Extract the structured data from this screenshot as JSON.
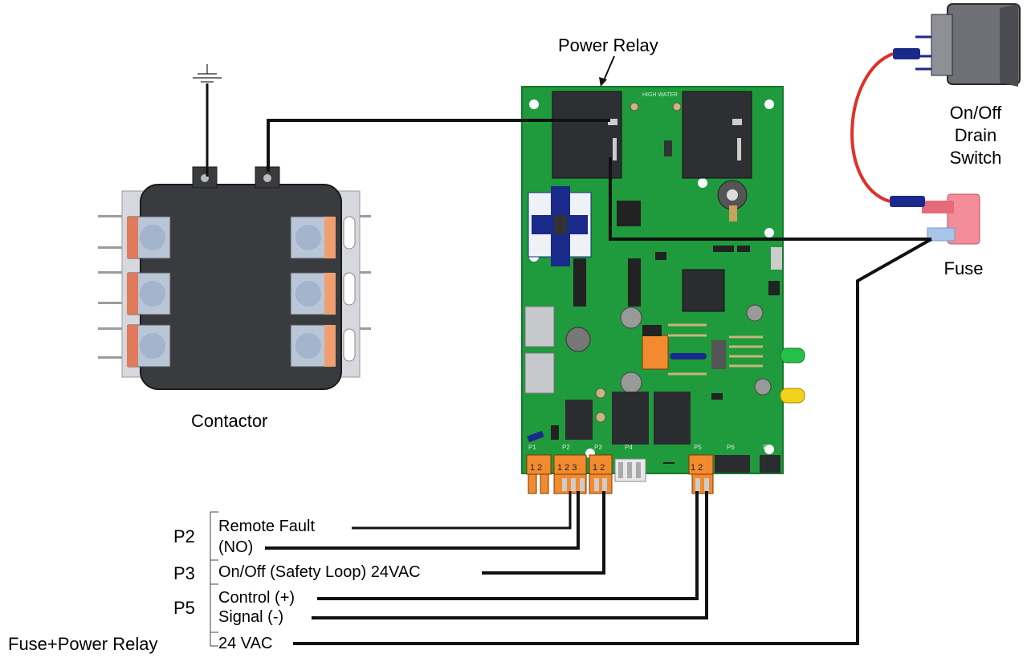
{
  "labels": {
    "power_relay": "Power Relay",
    "on_off": "On/Off",
    "drain": "Drain",
    "switch": "Switch",
    "fuse": "Fuse",
    "contactor": "Contactor",
    "board_high_water": "HIGH WATER",
    "board_p1": "P1",
    "board_p2": "P2",
    "board_p3": "P3",
    "board_p4": "P4",
    "board_p5": "P5",
    "board_p6": "P6",
    "board_p7": "P7",
    "pins_12": "1 2",
    "pins_123": "1 2 3"
  },
  "connections": {
    "p2": {
      "tag": "P2",
      "line1": "Remote Fault",
      "line2": "(NO)"
    },
    "p3": {
      "tag": "P3",
      "line1": "On/Off (Safety Loop) 24VAC"
    },
    "p5": {
      "tag": "P5",
      "line1": "Control (+)",
      "line2": "Signal (-)"
    },
    "fuse_relay": {
      "tag": "Fuse+Power Relay",
      "line1": "24 VAC"
    }
  },
  "colors": {
    "board_green": "#1f9a3c",
    "terminal_orange": "#f28a30",
    "wire_black": "#111111",
    "wire_red": "#e0302a",
    "fuse_pink": "#f58c9a",
    "coil_blue": "#1a2a8a"
  }
}
